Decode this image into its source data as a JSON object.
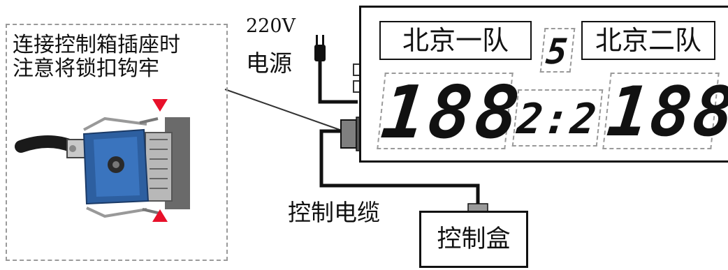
{
  "connector_note": {
    "line1": "连接控制箱插座时",
    "line2": "注意将锁扣钩牢"
  },
  "power": {
    "voltage": "220V",
    "label": "电源"
  },
  "display": {
    "team_left": "北京一队",
    "team_right": "北京二队",
    "period": "5",
    "score_left": "188",
    "score_center": "2:2",
    "score_right": "188"
  },
  "cable": {
    "label": "控制电缆"
  },
  "control_box": {
    "label": "控制盒"
  },
  "colors": {
    "arrow": "#e8102a",
    "plug_blue": "#2d5fa0",
    "dash": "#9a9a9a"
  },
  "icons": [
    "power-plug-icon",
    "connector-plug-icon",
    "red-arrow-icon"
  ]
}
